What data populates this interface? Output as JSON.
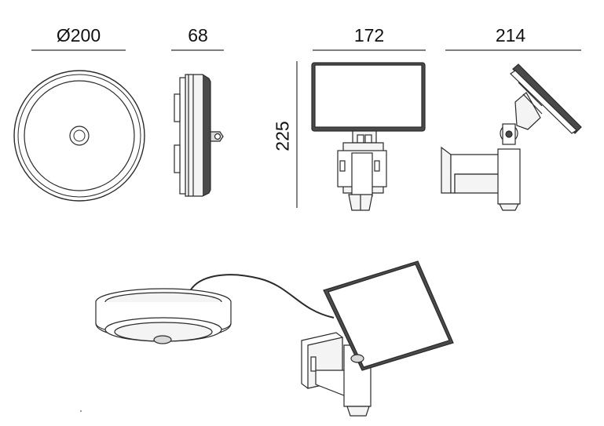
{
  "dimensions": {
    "diameter_label": "Ø200",
    "depth_label": "68",
    "panel_width_label": "172",
    "bracket_depth_label": "214",
    "height_label": "225"
  },
  "colors": {
    "line": "#2a2a2a",
    "light_fill": "#f4f4f4",
    "mid_fill": "#d9d9d9",
    "dark_fill": "#4a4a4a",
    "panel_fill": "#ffffff"
  }
}
